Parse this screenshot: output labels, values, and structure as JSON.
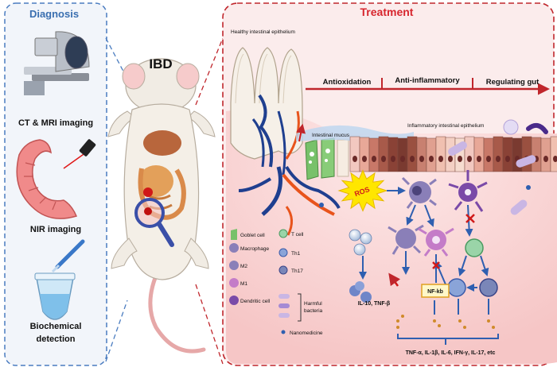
{
  "left_panel": {
    "title": "Diagnosis",
    "items": [
      {
        "label": "CT & MRI imaging"
      },
      {
        "label": "NIR imaging"
      },
      {
        "label": "Biochemical detection"
      }
    ]
  },
  "center": {
    "label": "IBD"
  },
  "right_panel": {
    "title": "Treatment",
    "healthy_label": "Healthy intestinal epithelium",
    "mucus_label": "Intestinal mucus",
    "inflamed_label": "Inflammatory intestinal epithelium",
    "ros_label": "ROS",
    "stages": [
      "Antioxidation",
      "Anti-inflammatory",
      "Regulating gut"
    ],
    "anti_cytokines": "IL-10, TNF-β",
    "pathway": "NF-kb",
    "pro_cytokines": "TNF-α, IL-1β, IL-6, IFN-γ, IL-17, etc"
  },
  "legend": {
    "col1": [
      "Goblet cell",
      "Macrophage",
      "M2",
      "M1",
      "Dendritic cell"
    ],
    "col2": [
      "T cell",
      "Th1",
      "Th17"
    ],
    "bacteria": "Harmful bacteria",
    "nano": "Nanomedicine"
  },
  "colors": {
    "diag_border": "#4a7cc0",
    "diag_title": "#3a6fb0",
    "treat_border": "#c0262c",
    "treat_title": "#d7262e",
    "tissue_bg": "#f8d3d3",
    "blood_blue": "#1f3f8f",
    "blood_red": "#e8541c",
    "ros_yellow": "#ffe600",
    "macrophage": "#8a7fb8",
    "dendritic": "#7a4aa8",
    "arrow_blue": "#2f5fb0",
    "inhibit_red": "#d01a1a"
  }
}
